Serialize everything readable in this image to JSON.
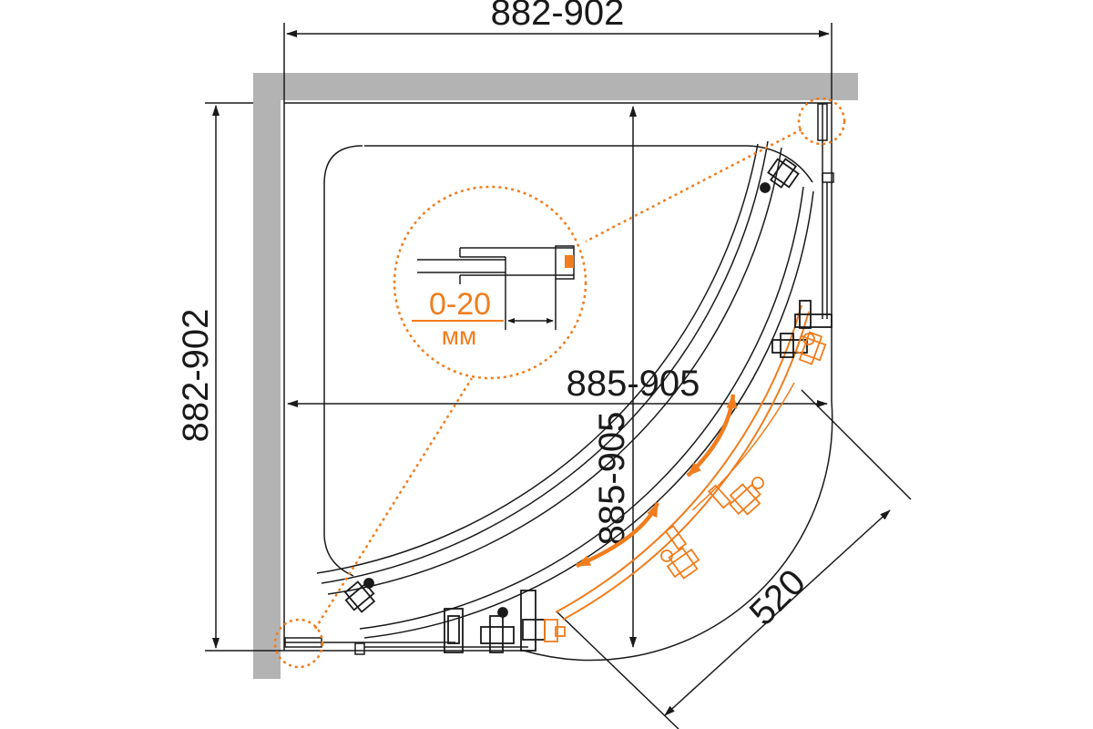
{
  "labels": {
    "top_width": "882-902",
    "left_height": "882-902",
    "inner_width": "885-905",
    "inner_height": "885-905",
    "diagonal": "520",
    "adjust_range": "0-20",
    "adjust_unit": "мм"
  },
  "colors": {
    "line": "#1a1a1a",
    "accent": "#f07d1e",
    "wall": "#b3b3b3"
  }
}
